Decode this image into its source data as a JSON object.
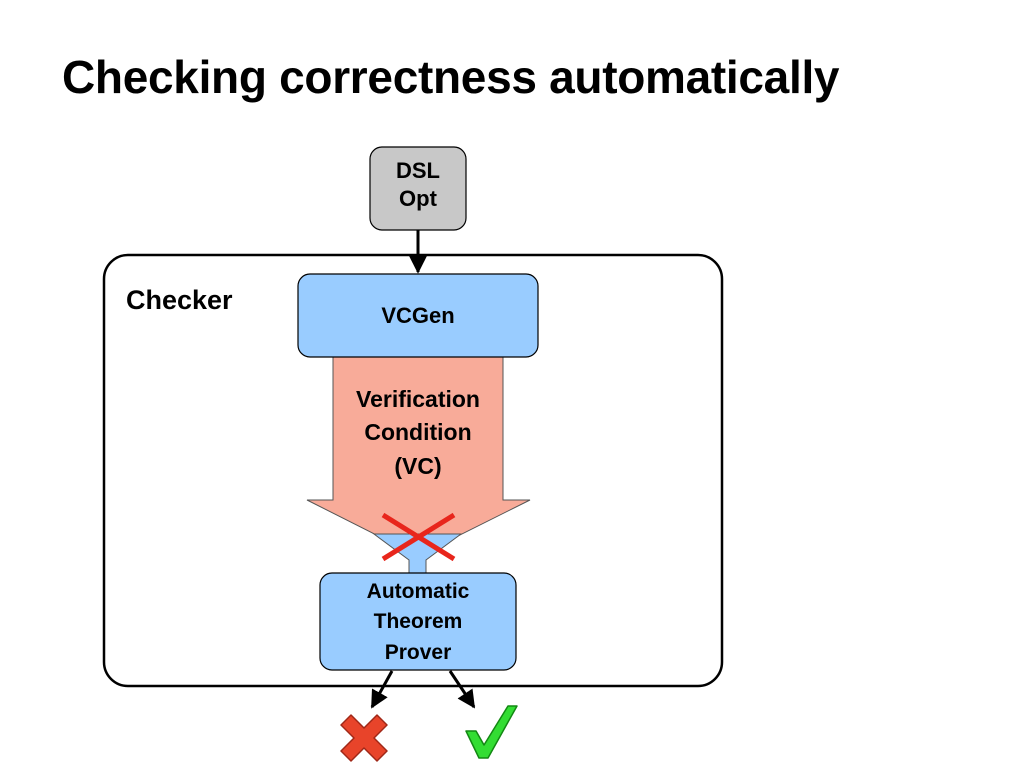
{
  "title": "Checking correctness automatically",
  "nodes": {
    "dsl_opt": {
      "line1": "DSL",
      "line2": "Opt"
    },
    "checker": {
      "label": "Checker"
    },
    "vcgen": {
      "label": "VCGen"
    },
    "vc": {
      "line1": "Verification",
      "line2": "Condition",
      "line3": "(VC)"
    },
    "prover": {
      "line1": "Automatic",
      "line2": "Theorem",
      "line3": "Prover"
    }
  },
  "colors": {
    "dsl_fill": "#c8c8c8",
    "box_fill": "#99ccff",
    "vc_arrow_fill": "#f8ab99",
    "cross_red": "#e8261c",
    "result_cross": "#e8442a",
    "check_green": "#33dd33"
  },
  "icons": {
    "blocked_cross": "red-x-icon",
    "result_fail": "x-mark-icon",
    "result_pass": "check-mark-icon"
  }
}
